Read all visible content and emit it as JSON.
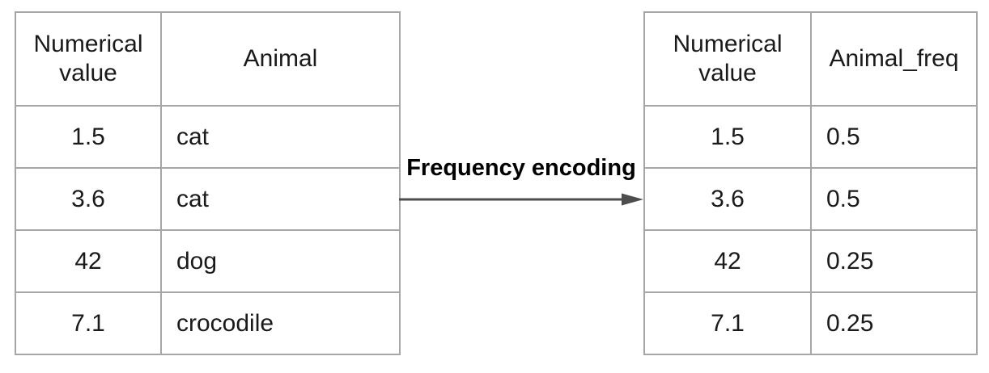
{
  "diagram": {
    "arrow_label": "Frequency encoding"
  },
  "left_table": {
    "headers": [
      "Numerical value",
      "Animal"
    ],
    "rows": [
      {
        "value": "1.5",
        "animal": "cat"
      },
      {
        "value": "3.6",
        "animal": "cat"
      },
      {
        "value": "42",
        "animal": "dog"
      },
      {
        "value": "7.1",
        "animal": "crocodile"
      }
    ]
  },
  "right_table": {
    "headers": [
      "Numerical value",
      "Animal_freq"
    ],
    "rows": [
      {
        "value": "1.5",
        "freq": "0.5"
      },
      {
        "value": "3.6",
        "freq": "0.5"
      },
      {
        "value": "42",
        "freq": "0.25"
      },
      {
        "value": "7.1",
        "freq": "0.25"
      }
    ]
  },
  "colors": {
    "border": "#a6a6a6",
    "text": "#1a1a1a",
    "arrow": "#4d4d4d",
    "background": "#ffffff"
  }
}
